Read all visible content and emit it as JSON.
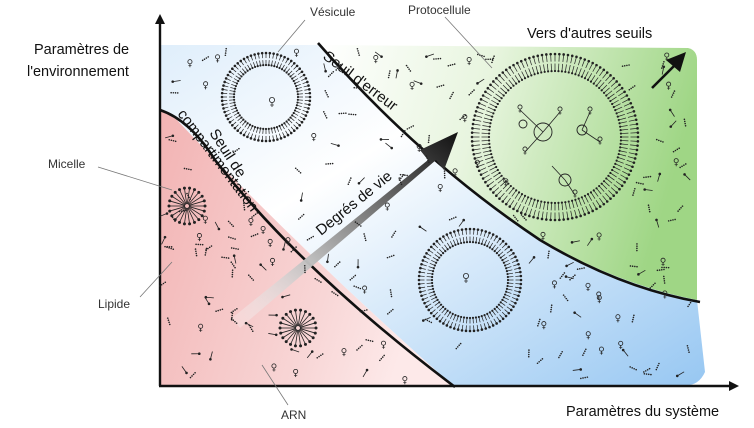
{
  "axes": {
    "y_label_line1": "Paramètres de",
    "y_label_line2": "l'environnement",
    "x_label": "Paramètres du système"
  },
  "labels": {
    "vesicule": "Vésicule",
    "protocellule": "Protocellule",
    "micelle": "Micelle",
    "lipide": "Lipide",
    "arn": "ARN",
    "other_thresholds": "Vers d'autres seuils"
  },
  "curves": {
    "error_threshold": "Seuil d'erreur",
    "compartment_line1": "Seuil de",
    "compartment_line2": "compartimentation"
  },
  "arrow_label": "Degrés de vie",
  "colors": {
    "red_region": "#f3b9b9",
    "blue_region": "#a7cff3",
    "green_region": "#a8dc8e",
    "ink": "#111111"
  }
}
